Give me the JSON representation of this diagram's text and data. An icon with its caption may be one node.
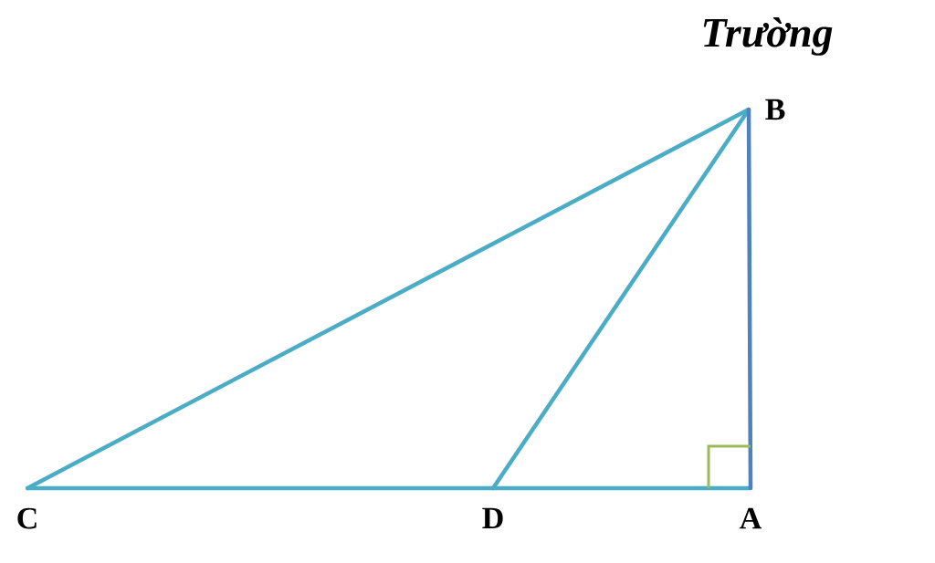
{
  "diagram": {
    "nodes": [
      {
        "text": [
          "B"
        ]
      },
      {
        "text": [
          "C"
        ]
      },
      {
        "text": [
          "D"
        ]
      },
      {
        "text": [
          "A"
        ]
      }
    ],
    "edges": [
      {
        "from": 1,
        "to": 0,
        "arrow": "none"
      },
      {
        "from": 2,
        "to": 0,
        "arrow": "none"
      },
      {
        "from": 1,
        "to": 2,
        "arrow": "none"
      },
      {
        "from": 2,
        "to": 3,
        "arrow": "none"
      },
      {
        "from": 3,
        "to": 0,
        "arrow": "none",
        "color": "#4f81bd"
      }
    ],
    "labels": [
      "Trường"
    ]
  }
}
